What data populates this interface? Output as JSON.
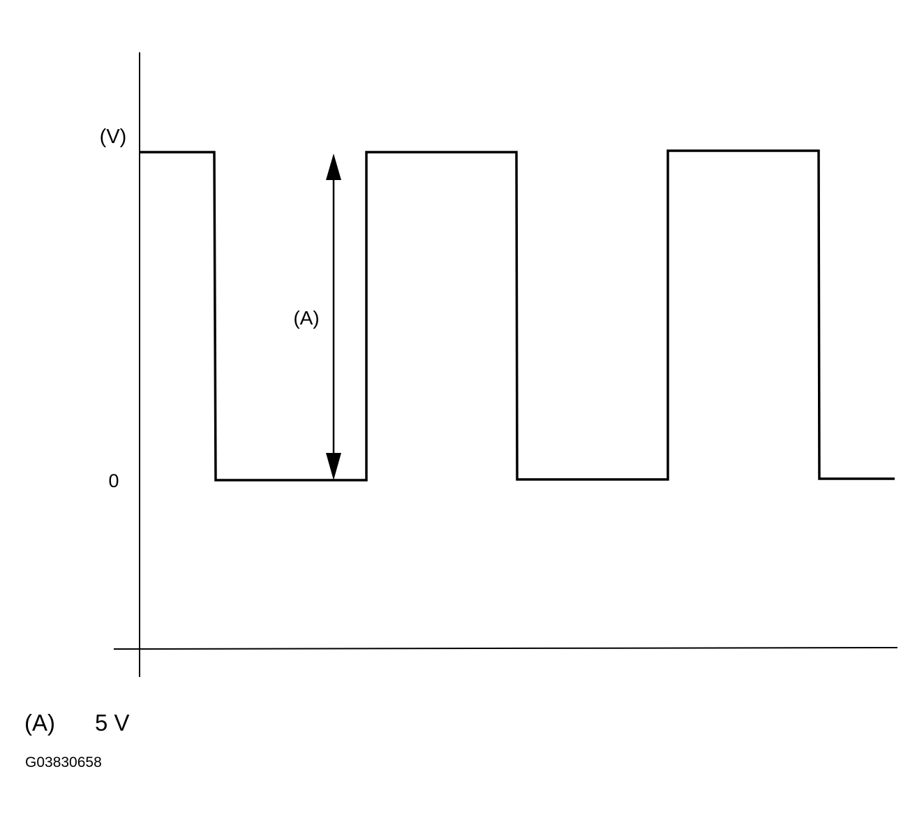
{
  "diagram": {
    "y_axis_unit_label": "(V)",
    "zero_label": "0",
    "amplitude_marker_label": "(A)",
    "waveform": {
      "type": "square",
      "levels": [
        "high",
        "low",
        "high",
        "low",
        "high",
        "low"
      ]
    },
    "colors": {
      "line": "#000000",
      "background": "#ffffff"
    }
  },
  "legend": {
    "key": "(A)",
    "value": "5 V"
  },
  "figure_id": "G03830658"
}
